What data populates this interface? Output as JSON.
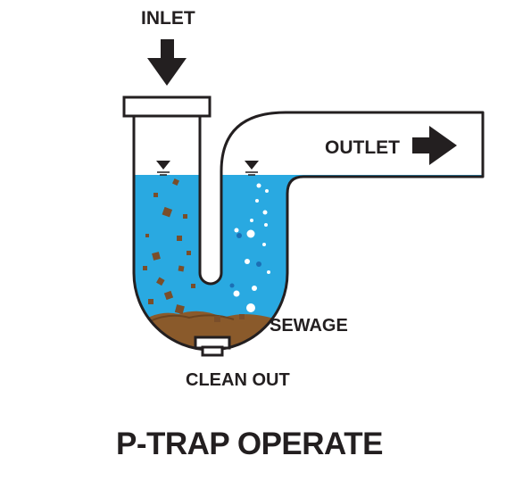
{
  "labels": {
    "inlet": "INLET",
    "outlet": "OUTLET",
    "sewage": "SEWAGE",
    "clean_out": "CLEAN OUT"
  },
  "title": "P-TRAP OPERATE",
  "colors": {
    "water": "#29a9e1",
    "sewage": "#8a5a2b",
    "debris": "#7a4e2a",
    "outline": "#231f20",
    "bubble": "#ffffff"
  },
  "icons": {
    "inlet_arrow": "arrow-down-icon",
    "outlet_arrow": "arrow-right-icon",
    "water_level_marker": "water-level-icon"
  }
}
